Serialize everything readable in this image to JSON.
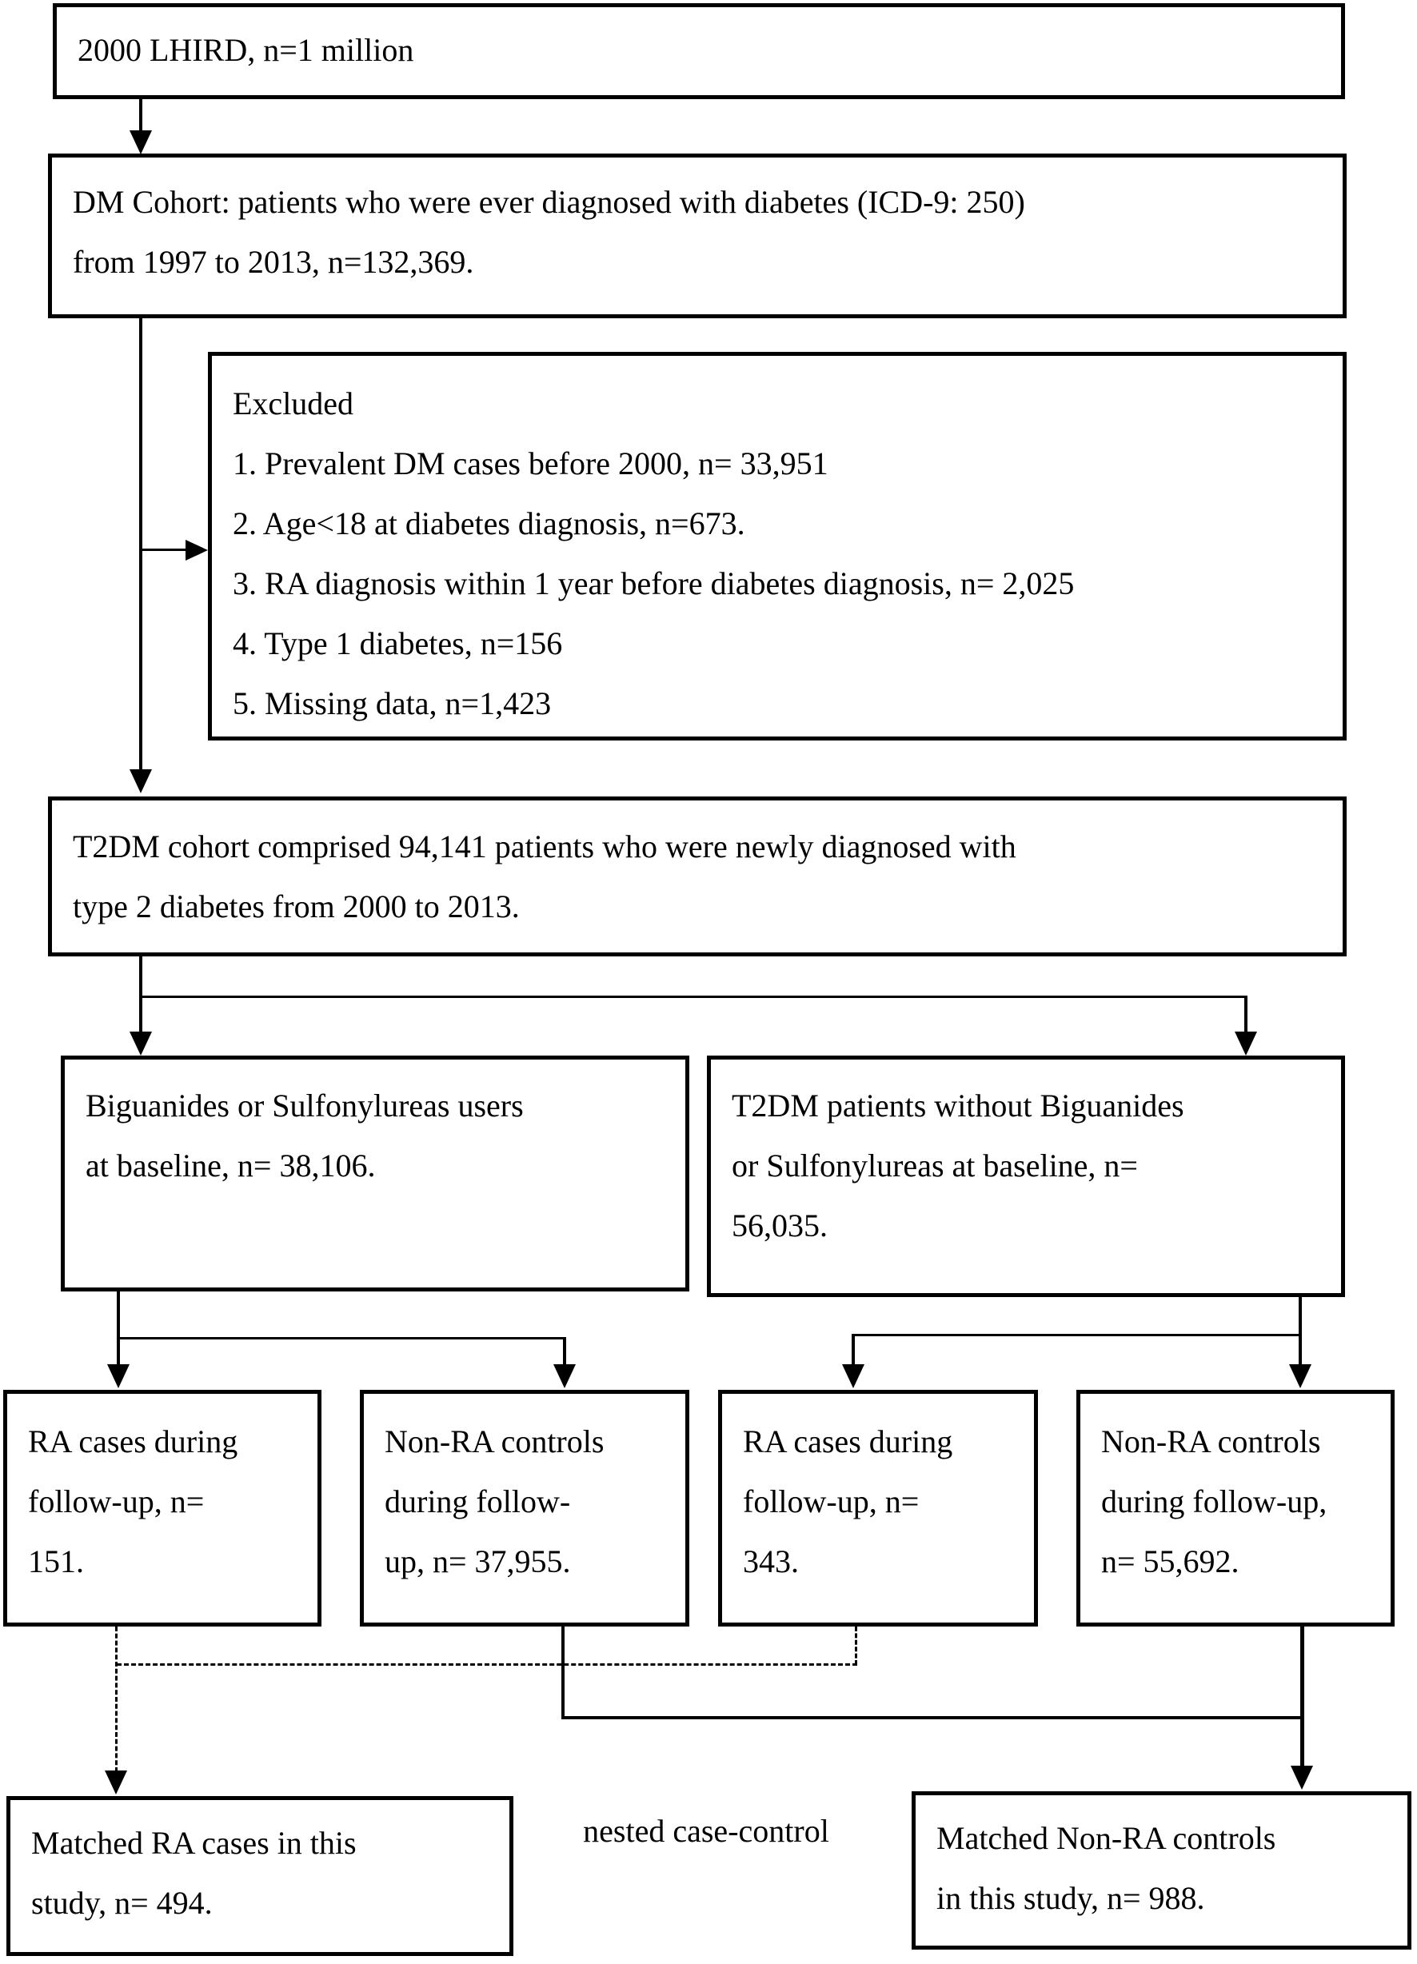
{
  "colors": {
    "line": "#000000",
    "text": "#000000",
    "background": "#ffffff"
  },
  "diagram": {
    "type": "flowchart",
    "boxes": {
      "lhird": {
        "lines": [
          "2000 LHIRD, n=1 million"
        ]
      },
      "dm_cohort": {
        "lines": [
          "DM Cohort: patients who were ever diagnosed with diabetes (ICD-9: 250)",
          "from 1997 to 2013, n=132,369."
        ]
      },
      "excluded": {
        "lines": [
          "Excluded",
          "1. Prevalent DM cases before 2000, n= 33,951",
          "2. Age<18 at diabetes diagnosis, n=673.",
          "3. RA diagnosis within 1 year before diabetes diagnosis, n= 2,025",
          "4. Type 1 diabetes, n=156",
          "5. Missing data, n=1,423"
        ]
      },
      "t2dm_cohort": {
        "lines": [
          "T2DM cohort comprised 94,141 patients who were newly diagnosed with",
          "type 2 diabetes from 2000 to 2013."
        ]
      },
      "biguanide_users": {
        "lines": [
          "Biguanides or Sulfonylureas users",
          "at baseline, n= 38,106."
        ]
      },
      "without_biguanide": {
        "lines": [
          "T2DM patients without Biguanides",
          "or Sulfonylureas at baseline, n=",
          "56,035."
        ]
      },
      "ra_cases_left": {
        "lines": [
          "RA cases during",
          "follow-up, n=",
          "151."
        ]
      },
      "nonra_controls_left": {
        "lines": [
          "Non-RA controls",
          "during follow-",
          "up, n= 37,955."
        ]
      },
      "ra_cases_right": {
        "lines": [
          "RA cases during",
          "follow-up, n=",
          "343."
        ]
      },
      "nonra_controls_right": {
        "lines": [
          "Non-RA controls",
          "during follow-up,",
          "n= 55,692."
        ]
      },
      "matched_ra": {
        "lines": [
          "Matched RA cases in this",
          "study, n= 494."
        ]
      },
      "matched_nonra": {
        "lines": [
          "Matched Non-RA controls",
          "in this study, n= 988."
        ]
      }
    },
    "labels": {
      "nested": "nested case-control"
    }
  }
}
